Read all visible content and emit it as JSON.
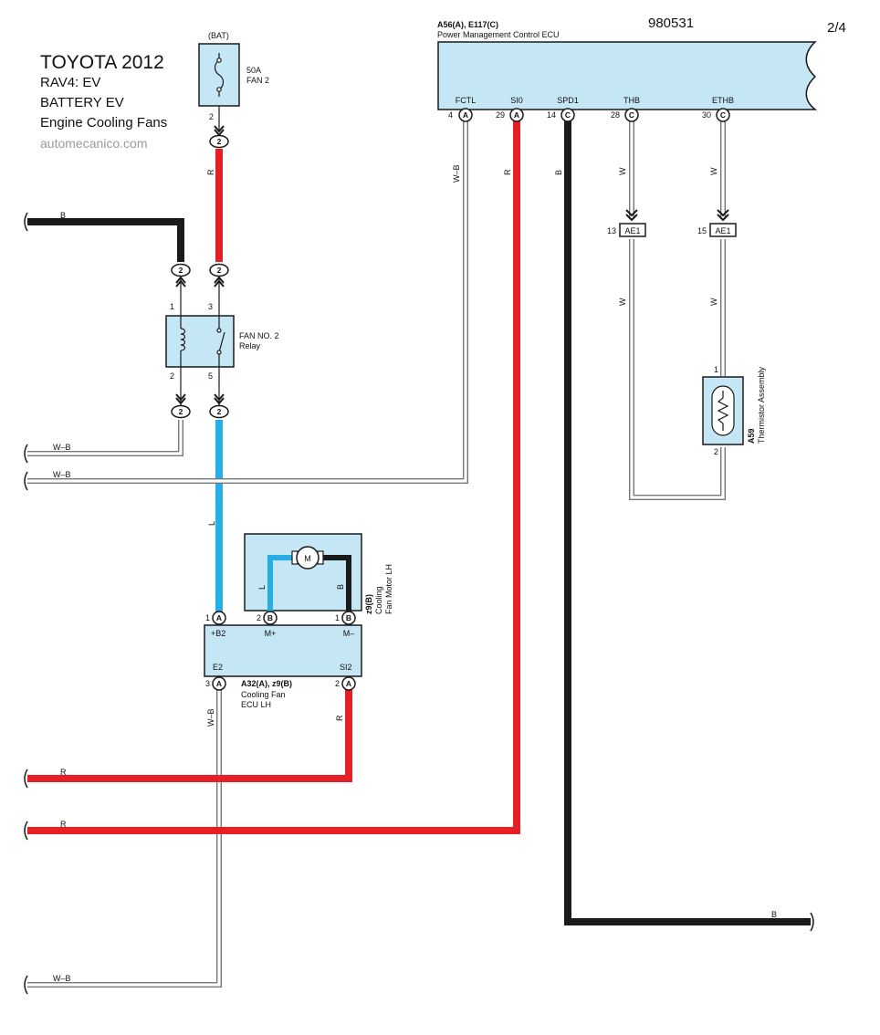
{
  "header": {
    "title_lines": [
      "TOYOTA 2012",
      "RAV4: EV",
      "BATTERY EV",
      "Engine Cooling Fans"
    ],
    "website": "automecanico.com",
    "code": "980531",
    "page": "2/4"
  },
  "colors": {
    "red": "#e41f26",
    "black": "#1a1a1a",
    "blue": "#27aee4",
    "component_fill": "#c5e6f5",
    "wire_white": "#ffffff"
  },
  "fuse": {
    "source": "(BAT)",
    "rating": "50A",
    "name": "FAN 2",
    "pin": "2",
    "connector": "2"
  },
  "relay": {
    "name_line1": "FAN NO. 2",
    "name_line2": "Relay",
    "pins": {
      "coil_top": "1",
      "switch_top": "3",
      "coil_bottom": "2",
      "switch_bottom": "5"
    },
    "connector": "2"
  },
  "ecu": {
    "designator": "A56(A), E117(C)",
    "name": "Power Management Control ECU",
    "terminals": [
      {
        "name": "FCTL",
        "pin": "4",
        "connector": "A"
      },
      {
        "name": "SI0",
        "pin": "29",
        "connector": "A"
      },
      {
        "name": "SPD1",
        "pin": "14",
        "connector": "C"
      },
      {
        "name": "THB",
        "pin": "28",
        "connector": "C"
      },
      {
        "name": "ETHB",
        "pin": "30",
        "connector": "C"
      }
    ]
  },
  "junction": {
    "connector": "AE1",
    "pin_left": "13",
    "pin_right": "15"
  },
  "thermistor": {
    "designator": "A59",
    "name": "Thermistor Assembly",
    "pin_top": "1",
    "pin_bottom": "2"
  },
  "fan_motor": {
    "designator": "z9(B)",
    "name_line1": "Cooling",
    "name_line2": "Fan Motor LH",
    "motor_symbol": "M"
  },
  "fan_ecu": {
    "designator": "A32(A), z9(B)",
    "name_line1": "Cooling Fan",
    "name_line2": "ECU LH",
    "terminals": {
      "b2": {
        "name": "+B2",
        "pin": "1",
        "connector": "A"
      },
      "mplus": {
        "name": "M+",
        "pin": "2",
        "connector": "B"
      },
      "mminus": {
        "name": "M–",
        "pin": "1",
        "connector": "B"
      },
      "e2": {
        "name": "E2",
        "pin": "3",
        "connector": "A"
      },
      "si2": {
        "name": "SI2",
        "pin": "2",
        "connector": "A"
      }
    }
  },
  "wire_labels": {
    "r": "R",
    "b": "B",
    "l": "L",
    "w": "W",
    "wb": "W–B"
  }
}
